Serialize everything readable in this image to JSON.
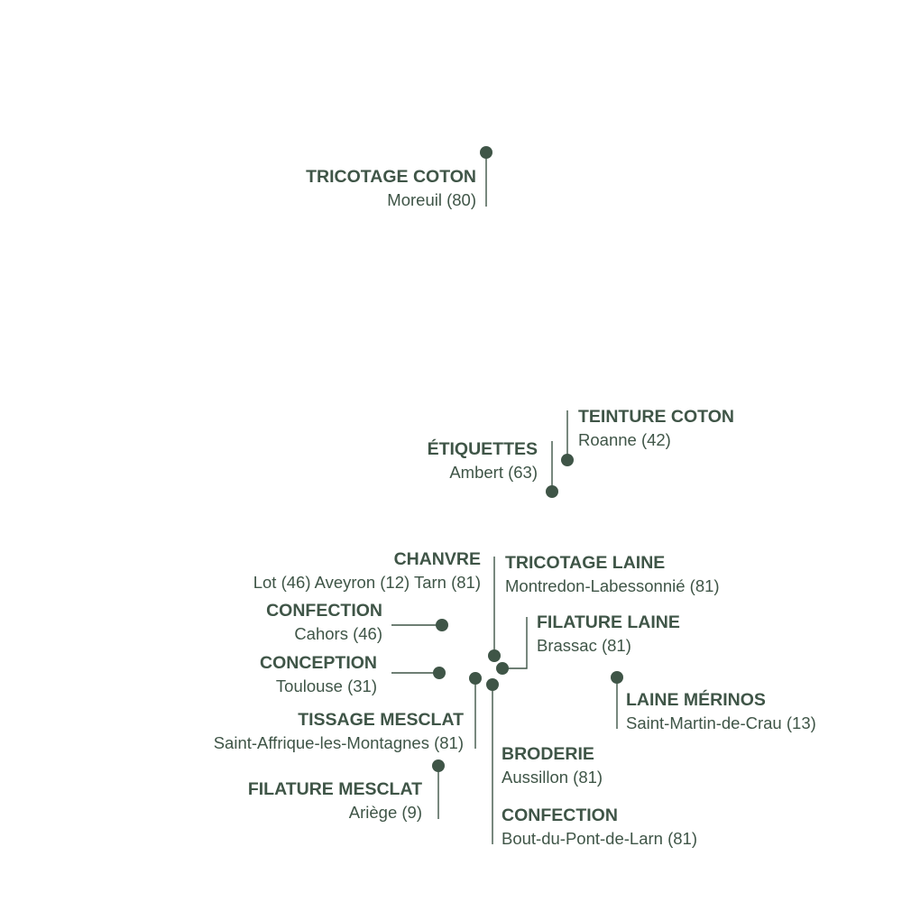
{
  "sites": [
    {
      "id": "tricotage-coton",
      "title": "TRICOTAGE COTON",
      "location": "Moreuil (80)"
    },
    {
      "id": "teinture-coton",
      "title": "TEINTURE COTON",
      "location": "Roanne (42)"
    },
    {
      "id": "etiquettes",
      "title": "ÉTIQUETTES",
      "location": "Ambert (63)"
    },
    {
      "id": "chanvre",
      "title": "CHANVRE",
      "location": "Lot (46) Aveyron (12) Tarn (81)"
    },
    {
      "id": "tricotage-laine",
      "title": "TRICOTAGE LAINE",
      "location": "Montredon-Labessonnié (81)"
    },
    {
      "id": "confection-cahors",
      "title": "CONFECTION",
      "location": "Cahors (46)"
    },
    {
      "id": "filature-laine",
      "title": "FILATURE LAINE",
      "location": "Brassac (81)"
    },
    {
      "id": "conception",
      "title": "CONCEPTION",
      "location": "Toulouse (31)"
    },
    {
      "id": "laine-merinos",
      "title": "LAINE MÉRINOS",
      "location": "Saint-Martin-de-Crau (13)"
    },
    {
      "id": "tissage-mesclat",
      "title": "TISSAGE MESCLAT",
      "location": "Saint-Affrique-les-Montagnes (81)"
    },
    {
      "id": "broderie",
      "title": "BRODERIE",
      "location": "Aussillon (81)"
    },
    {
      "id": "filature-mesclat",
      "title": "FILATURE MESCLAT",
      "location": "Ariège (9)"
    },
    {
      "id": "confection-larn",
      "title": "CONFECTION",
      "location": "Bout-du-Pont-de-Larn (81)"
    }
  ],
  "colors": {
    "marker": "#3f5547",
    "text": "#3f5547",
    "background": "#ffffff"
  }
}
